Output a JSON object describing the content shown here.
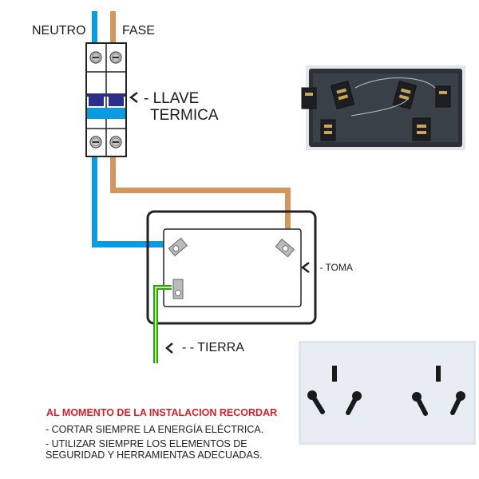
{
  "labels": {
    "neutro": "NEUTRO",
    "fase": "FASE",
    "llave_line1": "- LLAVE",
    "llave_line2": "TERMICA",
    "toma": "- -  TOMA",
    "tierra": "- -  TIERRA"
  },
  "notes": {
    "title": "AL MOMENTO DE LA INSTALACION RECORDAR",
    "items": [
      "- CORTAR SIEMPRE LA ENERGÍA ELÉCTRICA.",
      "- UTILIZAR SIEMPRE LOS ELEMENTOS DE",
      "SEGURIDAD Y HERRAMIENTAS ADECUADAS."
    ]
  },
  "colors": {
    "neutral_wire": "#0b9be0",
    "phase_wire": "#d4965f",
    "ground_wire_outer": "#1aa53a",
    "ground_wire_inner": "#e4ef3a",
    "breaker_handle": "#2b2e8c",
    "note_title": "#d81e2a"
  }
}
